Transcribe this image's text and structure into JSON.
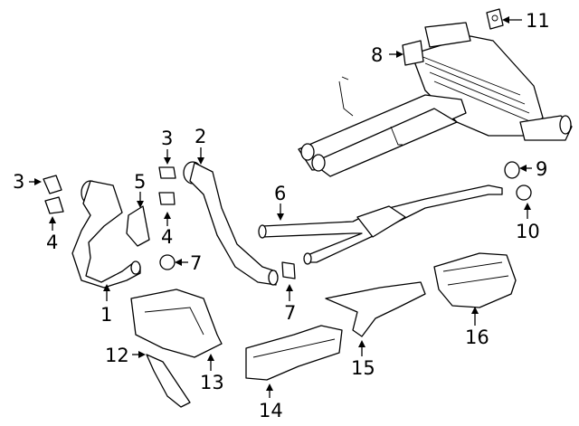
{
  "callouts": [
    {
      "id": "c11",
      "text": "11",
      "part": "exhaust-hanger-bracket"
    },
    {
      "id": "c8",
      "text": "8",
      "part": "muffler-clamp"
    },
    {
      "id": "c2",
      "text": "2",
      "part": "converter-right"
    },
    {
      "id": "c3a",
      "text": "3",
      "part": "gasket-right"
    },
    {
      "id": "c3b",
      "text": "3",
      "part": "gasket-left"
    },
    {
      "id": "c5",
      "text": "5",
      "part": "converter-bracket"
    },
    {
      "id": "c9",
      "text": "9",
      "part": "clamp-upper"
    },
    {
      "id": "c6",
      "text": "6",
      "part": "intermediate-pipe"
    },
    {
      "id": "c4a",
      "text": "4",
      "part": "seal-left"
    },
    {
      "id": "c4b",
      "text": "4",
      "part": "seal-right"
    },
    {
      "id": "c10",
      "text": "10",
      "part": "clamp-lower"
    },
    {
      "id": "c7a",
      "text": "7",
      "part": "clamp-converter-left"
    },
    {
      "id": "c1",
      "text": "1",
      "part": "converter-left"
    },
    {
      "id": "c7b",
      "text": "7",
      "part": "clamp-converter-right"
    },
    {
      "id": "c16",
      "text": "16",
      "part": "heat-shield-rear"
    },
    {
      "id": "c12",
      "text": "12",
      "part": "heat-shield-bracket"
    },
    {
      "id": "c13",
      "text": "13",
      "part": "heat-shield-front"
    },
    {
      "id": "c15",
      "text": "15",
      "part": "heat-shield-center"
    },
    {
      "id": "c14",
      "text": "14",
      "part": "heat-shield-tunnel"
    }
  ]
}
